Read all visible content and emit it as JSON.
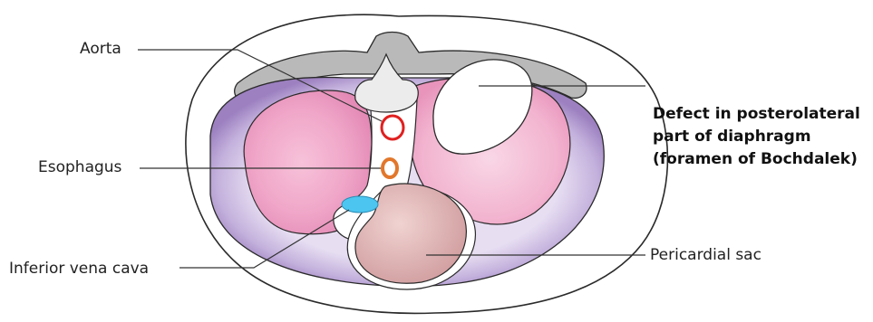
{
  "labels": {
    "aorta": "Aorta",
    "esophagus": "Esophagus",
    "inferior_vena_cava": "Inferior vena cava",
    "defect_line1": "Defect in posterolateral",
    "defect_line2": "part of diaphragm",
    "defect_line3": "(foramen of Bochdalek)",
    "pericardial_sac": "Pericardial sac"
  },
  "colors": {
    "outline": "#2a2a2a",
    "grey_spine": "#b9b9b9",
    "purple_diaphragm": "#b29bcf",
    "pink_dome": "#ee9fc4",
    "pink_dome_light": "#f7c8dc",
    "pericardium": "#d6a4a6",
    "aorta_ring": "#e02020",
    "esophagus_ring": "#e2772b",
    "ivc_fill": "#4cc6f0",
    "leader_line": "#333333"
  }
}
